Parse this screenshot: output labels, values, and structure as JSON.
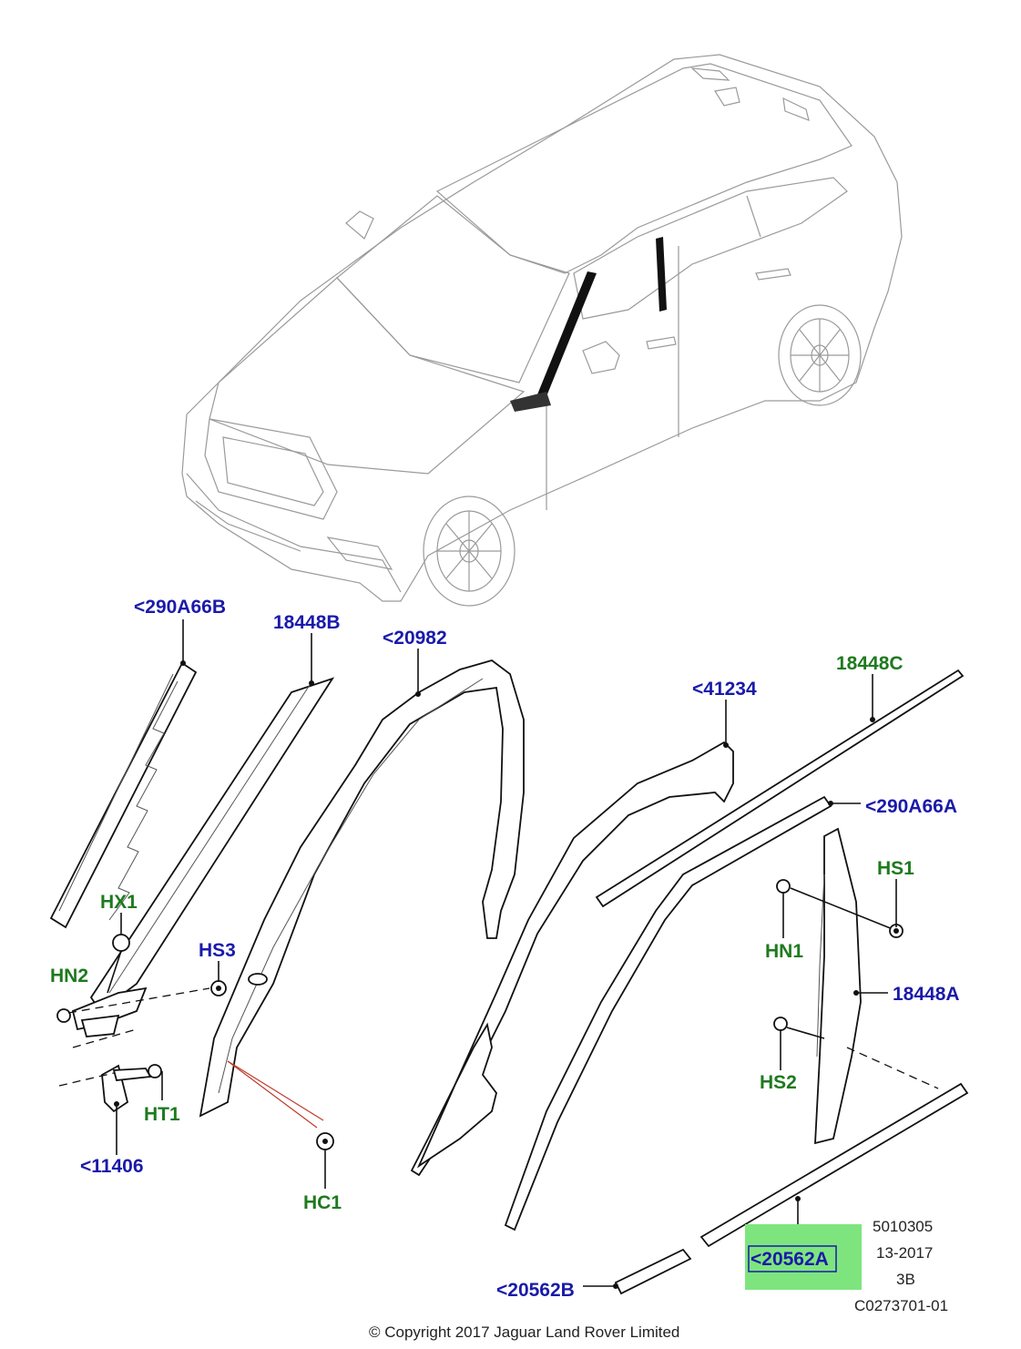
{
  "callouts": {
    "p290A66B": "<290A66B",
    "p18448B": "18448B",
    "p20982": "<20982",
    "p41234": "<41234",
    "p18448C": "18448C",
    "p290A66A": "<290A66A",
    "HS1": "HS1",
    "HX1": "HX1",
    "HN2": "HN2",
    "HS3": "HS3",
    "HN1": "HN1",
    "p18448A": "18448A",
    "HS2": "HS2",
    "HT1": "HT1",
    "p11406": "<11406",
    "HC1": "HC1",
    "p20562A": "<20562A",
    "p20562B": "<20562B"
  },
  "meta": {
    "code": "5010305",
    "date": "13-2017",
    "rev": "3B",
    "ref": "C0273701-01",
    "copyright": "© Copyright 2017 Jaguar Land Rover Limited"
  },
  "colors": {
    "part_number_label": "#1a1aaa",
    "fastener_label": "#1e7a1e",
    "highlight": "#7ee57e"
  }
}
